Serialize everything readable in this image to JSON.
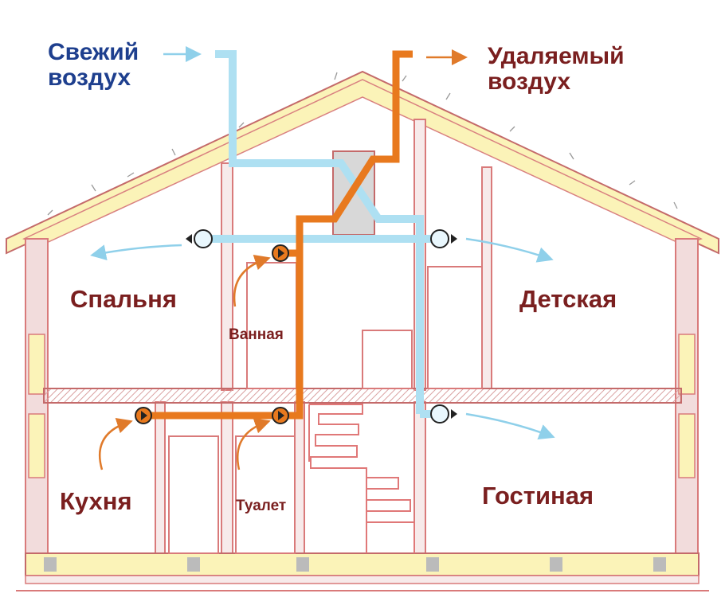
{
  "legend": {
    "fresh_air": [
      "Свежий",
      "воздух"
    ],
    "exhaust_air": [
      "Удаляемый",
      "воздух"
    ]
  },
  "rooms": {
    "bedroom": "Спальня",
    "bathroom": "Ванная",
    "kids_room": "Детская",
    "kitchen": "Кухня",
    "toilet": "Туалет",
    "living_room": "Гостиная"
  },
  "colors": {
    "fresh_air": "#aee0f2",
    "exhaust_air": "#e8791e",
    "wall_outline": "#d97a7a",
    "insulation": "#fbf3b8",
    "fresh_label": "#1e3f8e",
    "room_label": "#7a1f1f"
  }
}
